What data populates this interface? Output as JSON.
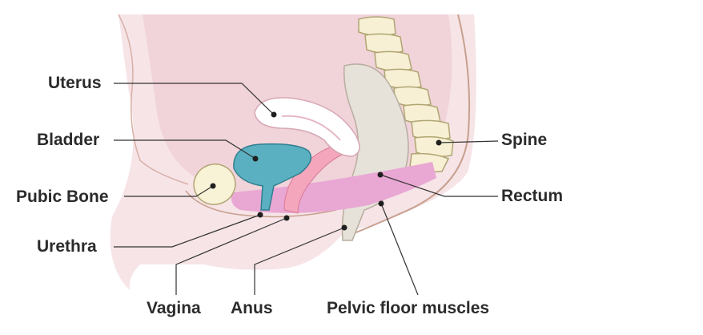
{
  "labels": {
    "uterus": "Uterus",
    "bladder": "Bladder",
    "pubic_bone": "Pubic Bone",
    "urethra": "Urethra",
    "vagina": "Vagina",
    "anus": "Anus",
    "pelvic_floor_muscles": "Pelvic floor muscles",
    "spine": "Spine",
    "rectum": "Rectum"
  },
  "colors": {
    "body_outer": "#f6e4e7",
    "body_inner": "#f1d3da",
    "outline": "#c8a08e",
    "spine_fill": "#f7f0d4",
    "spine_stroke": "#b0a573",
    "rectum_fill": "#e6e2da",
    "bladder_fill": "#5ab0c0",
    "bladder_stroke": "#2f7f8e",
    "vagina_fill": "#f3a6bc",
    "uterus_fill": "#ffffff",
    "pelvic_floor_fill": "#e9a7d3",
    "pubic_bone_fill": "#f8f2d6",
    "leader_line": "#333333"
  }
}
